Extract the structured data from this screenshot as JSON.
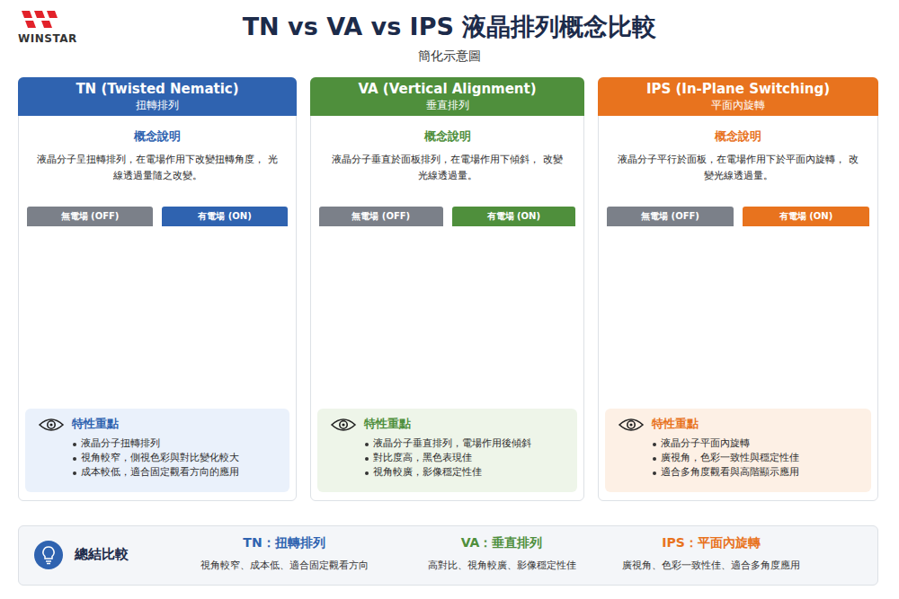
{
  "diagram": {
    "title": "TN vs VA vs IPS 液晶排列概念比較",
    "nodes": [
      {
        "text": [
          "概念說明",
          "液晶分子呈扭轉排列，在電場作用下改變扭轉角度， 光線透過量隨之改變。"
        ]
      },
      {
        "text": [
          "TN (Twisted Nematic)",
          "扭轉排列"
        ],
        "in": 0
      },
      {
        "text": [
          "無電場 (OFF)"
        ],
        "in": 0
      },
      {
        "text": [
          "有電場 (ON)"
        ],
        "in": 0
      },
      {
        "text": [
          "特性重點",
          "液晶分子扭轉排列",
          "視角較窄，側視色彩與對比變化較大",
          "成本較低，適合固定觀看方向的應用"
        ],
        "in": 0
      },
      {
        "text": [
          "概念說明",
          "液晶分子垂直於面板排列，在電場作用下傾斜， 改變光線透過量。"
        ]
      },
      {
        "text": [
          "VA (Vertical Alignment)",
          "垂直排列"
        ],
        "in": 5
      },
      {
        "text": [
          "無電場 (OFF)"
        ],
        "in": 5
      },
      {
        "text": [
          "有電場 (ON)"
        ],
        "in": 5
      },
      {
        "text": [
          "特性重點",
          "液晶分子垂直排列，電場作用後傾斜",
          "對比度高，黑色表現佳",
          "視角較廣，影像穩定性佳"
        ],
        "in": 5
      },
      {
        "text": [
          "概念說明",
          "液晶分子平行於面板，在電場作用下於平面內旋轉， 改變光線透過量。"
        ]
      },
      {
        "text": [
          "IPS (In-Plane Switching)",
          "平面內旋轉"
        ],
        "in": 10
      },
      {
        "text": [
          "無電場 (OFF)"
        ],
        "in": 10
      },
      {
        "text": [
          "有電場 (ON)"
        ],
        "in": 10
      },
      {
        "text": [
          "特性重點",
          "液晶分子平面內旋轉",
          "廣視角，色彩一致性與穩定性佳",
          "適合多角度觀看與高階顯示應用"
        ],
        "in": 10
      },
      {
        "text": [
          "總結比較",
          "TN：扭轉排列",
          "視角較窄、成本低、適合固定觀看方向",
          "VA：垂直排列",
          "高對比、視角較廣、影像穩定性佳",
          "IPS：平面內旋轉",
          "廣視角、色彩一致性佳、適合多角度應用"
        ]
      }
    ],
    "labels": [
      "WINSTAR",
      "簡化示意圖"
    ]
  }
}
